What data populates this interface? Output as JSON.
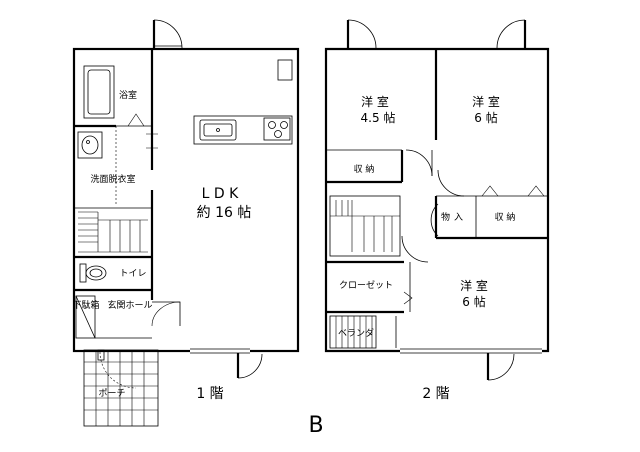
{
  "floor1": {
    "bath": "浴室",
    "ldk_line1": "L D K",
    "ldk_line2": "約 16 帖",
    "washroom": "洗面脱衣室",
    "toilet": "トイレ",
    "shoe_box": "下駄箱",
    "entrance": "玄関ホール",
    "porch": "ポーチ",
    "floor_label": "1 階"
  },
  "floor2": {
    "room1_line1": "洋 室",
    "room1_line2": "4.5 帖",
    "room2_line1": "洋 室",
    "room2_line2": "6 帖",
    "storage1": "収 納",
    "storeroom_a": "物",
    "storeroom_b": "入",
    "storage2": "収 納",
    "closet": "クローゼット",
    "room3_line1": "洋 室",
    "room3_line2": "6 帖",
    "veranda": "ベランダ",
    "floor_label": "2 階"
  },
  "type_label": "B"
}
